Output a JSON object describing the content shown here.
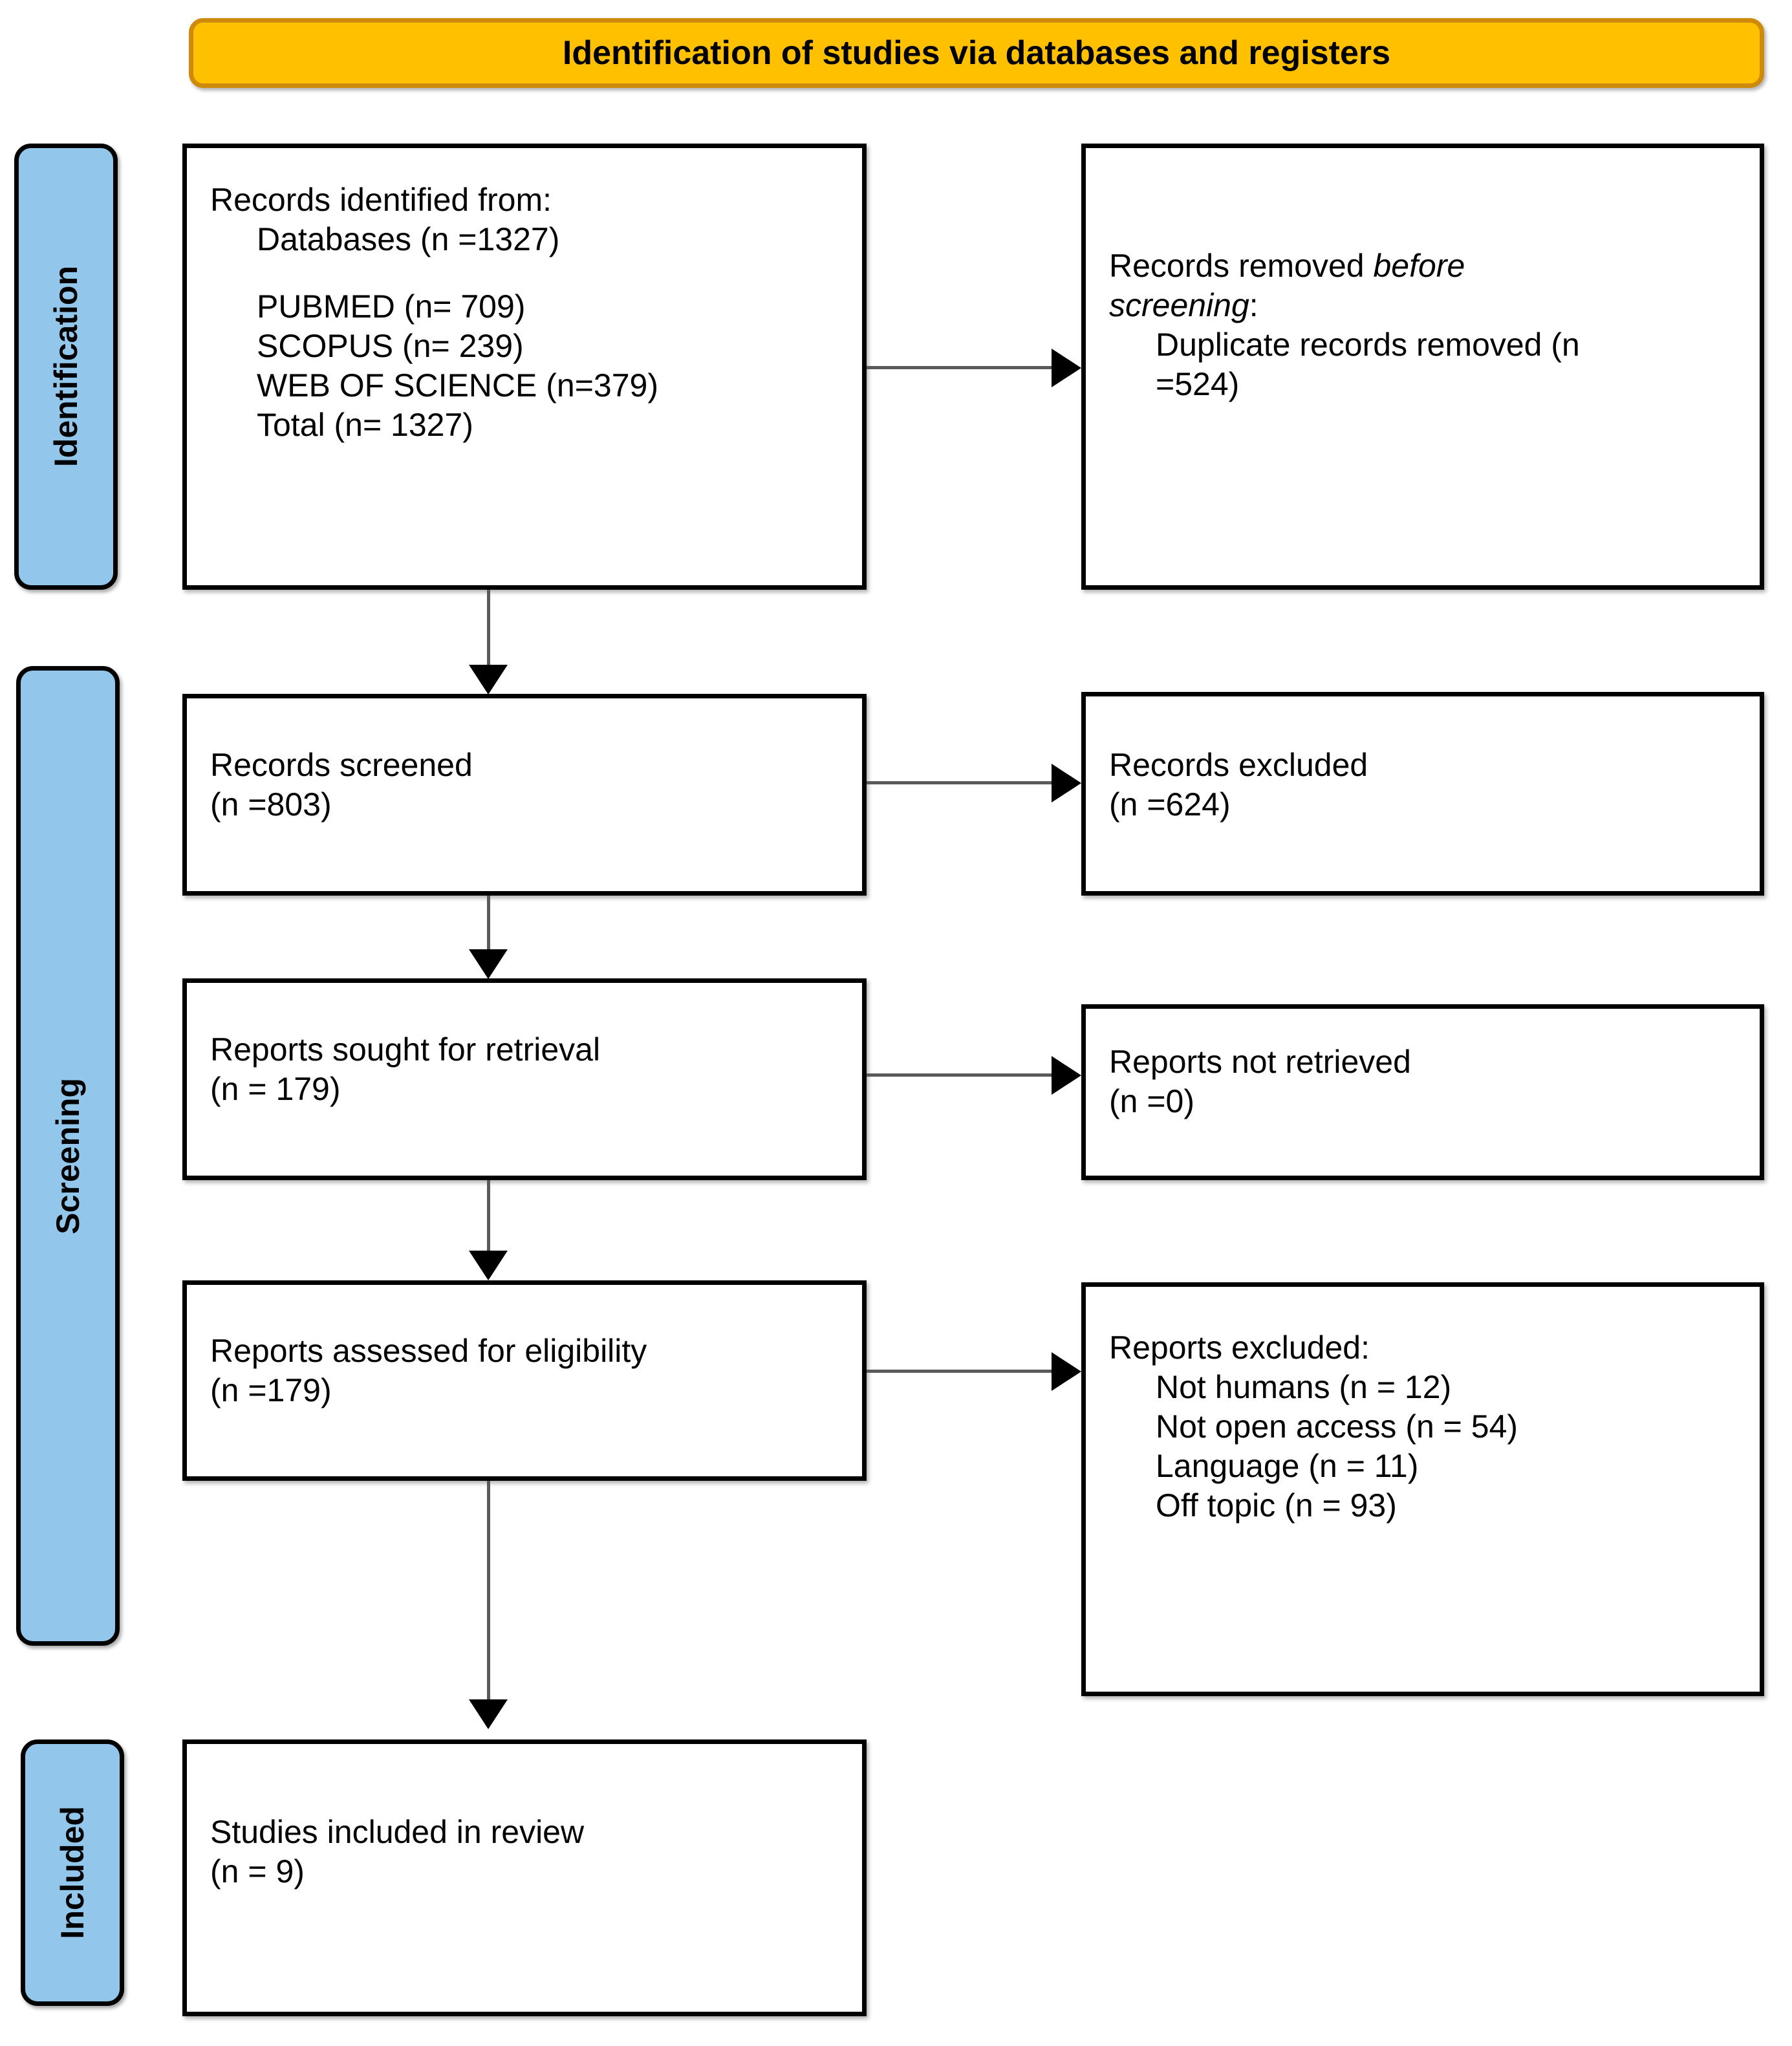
{
  "diagram": {
    "title": "Identification of studies via databases and registers",
    "colors": {
      "banner_fill": "#FFC000",
      "banner_border": "#CE8A0B",
      "phase_fill": "#92C7EB",
      "box_border": "#000000",
      "connector": "#5A5A5A"
    }
  },
  "phases": [
    {
      "label": "Identification"
    },
    {
      "label": "Screening"
    },
    {
      "label": "Included"
    }
  ],
  "boxes": {
    "identified": {
      "lines": [
        {
          "text": "Records identified from:",
          "indent": false
        },
        {
          "text": "Databases (n =1327)",
          "indent": true
        },
        {
          "text": "",
          "indent": false,
          "gap": true
        },
        {
          "text": "PUBMED (n= 709)",
          "indent": true
        },
        {
          "text": "SCOPUS (n= 239)",
          "indent": true
        },
        {
          "text": "WEB OF SCIENCE (n=379)",
          "indent": true
        },
        {
          "text": "Total (n= 1327)",
          "indent": true
        }
      ]
    },
    "removed_before_screening": {
      "lines": [
        {
          "text": "Records removed ",
          "indent": false,
          "italic_tail": "before"
        },
        {
          "text": "screening",
          "indent": false,
          "italic_head": true,
          "tail": ":"
        },
        {
          "text": "Duplicate records removed (n",
          "indent": true
        },
        {
          "text": "=524)",
          "indent": true
        }
      ],
      "line1_plain": "Records removed ",
      "line1_italic": "before",
      "line2_italic": "screening",
      "line2_plain": ":",
      "line3": "Duplicate records removed (n",
      "line4": "=524)"
    },
    "records_screened": {
      "lines": [
        {
          "text": "Records screened",
          "indent": false
        },
        {
          "text": "(n =803)",
          "indent": false
        }
      ]
    },
    "records_excluded": {
      "lines": [
        {
          "text": "Records excluded",
          "indent": false
        },
        {
          "text": "(n =624)",
          "indent": false
        }
      ]
    },
    "reports_sought": {
      "lines": [
        {
          "text": "Reports sought for retrieval",
          "indent": false
        },
        {
          "text": "(n = 179)",
          "indent": false
        }
      ]
    },
    "reports_not_retrieved": {
      "lines": [
        {
          "text": "Reports not retrieved",
          "indent": false
        },
        {
          "text": "(n =0)",
          "indent": false
        }
      ]
    },
    "reports_assessed": {
      "lines": [
        {
          "text": "Reports assessed for eligibility",
          "indent": false
        },
        {
          "text": "(n =179)",
          "indent": false
        }
      ]
    },
    "reports_excluded": {
      "lines": [
        {
          "text": "Reports excluded:",
          "indent": false
        },
        {
          "text": "Not humans (n = 12)",
          "indent": true
        },
        {
          "text": "Not open access (n = 54)",
          "indent": true
        },
        {
          "text": "Language (n = 11)",
          "indent": true
        },
        {
          "text": "Off topic (n = 93)",
          "indent": true
        }
      ]
    },
    "studies_included": {
      "lines": [
        {
          "text": "Studies included in review",
          "indent": false
        },
        {
          "text": "(n = 9)",
          "indent": false
        }
      ]
    }
  },
  "chart_data": {
    "type": "diagram",
    "title": "Identification of studies via databases and registers",
    "nodes": [
      {
        "id": "identified",
        "phase": "Identification",
        "column": "left",
        "label": "Records identified from: Databases (n =1327)",
        "n": 1327,
        "sources": [
          {
            "name": "PUBMED",
            "n": 709
          },
          {
            "name": "SCOPUS",
            "n": 239
          },
          {
            "name": "WEB OF SCIENCE",
            "n": 379
          },
          {
            "name": "Total",
            "n": 1327
          }
        ]
      },
      {
        "id": "removed_before_screening",
        "phase": "Identification",
        "column": "right",
        "label": "Records removed before screening: Duplicate records removed",
        "n": 524
      },
      {
        "id": "records_screened",
        "phase": "Screening",
        "column": "left",
        "label": "Records screened",
        "n": 803
      },
      {
        "id": "records_excluded",
        "phase": "Screening",
        "column": "right",
        "label": "Records excluded",
        "n": 624
      },
      {
        "id": "reports_sought",
        "phase": "Screening",
        "column": "left",
        "label": "Reports sought for retrieval",
        "n": 179
      },
      {
        "id": "reports_not_retrieved",
        "phase": "Screening",
        "column": "right",
        "label": "Reports not retrieved",
        "n": 0
      },
      {
        "id": "reports_assessed",
        "phase": "Screening",
        "column": "left",
        "label": "Reports assessed for eligibility",
        "n": 179
      },
      {
        "id": "reports_excluded",
        "phase": "Screening",
        "column": "right",
        "label": "Reports excluded",
        "reasons": [
          {
            "reason": "Not humans",
            "n": 12
          },
          {
            "reason": "Not open access",
            "n": 54
          },
          {
            "reason": "Language",
            "n": 11
          },
          {
            "reason": "Off topic",
            "n": 93
          }
        ]
      },
      {
        "id": "studies_included",
        "phase": "Included",
        "column": "left",
        "label": "Studies included in review",
        "n": 9
      }
    ],
    "edges": [
      {
        "from": "identified",
        "to": "removed_before_screening",
        "direction": "right"
      },
      {
        "from": "identified",
        "to": "records_screened",
        "direction": "down"
      },
      {
        "from": "records_screened",
        "to": "records_excluded",
        "direction": "right"
      },
      {
        "from": "records_screened",
        "to": "reports_sought",
        "direction": "down"
      },
      {
        "from": "reports_sought",
        "to": "reports_not_retrieved",
        "direction": "right"
      },
      {
        "from": "reports_sought",
        "to": "reports_assessed",
        "direction": "down"
      },
      {
        "from": "reports_assessed",
        "to": "reports_excluded",
        "direction": "right"
      },
      {
        "from": "reports_assessed",
        "to": "studies_included",
        "direction": "down"
      }
    ]
  }
}
